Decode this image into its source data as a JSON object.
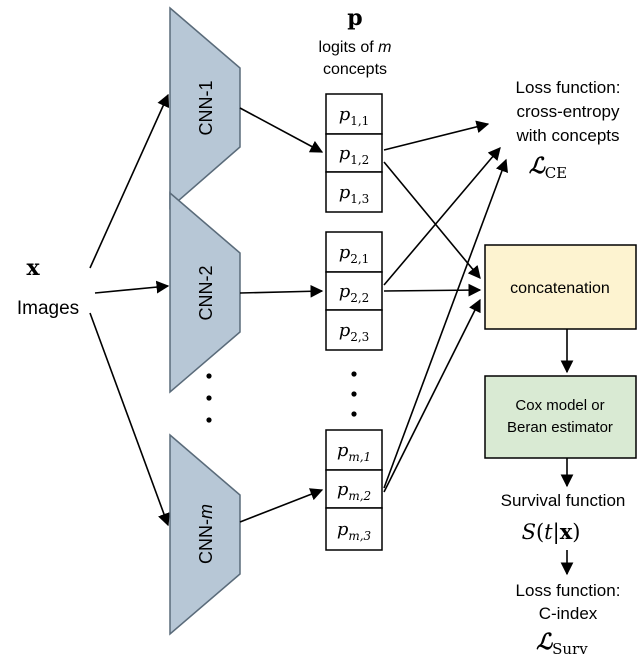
{
  "input": {
    "symbol": "x",
    "label": "Images"
  },
  "cnns": [
    {
      "label_prefix": "CNN-",
      "label_index": "1"
    },
    {
      "label_prefix": "CNN-",
      "label_index": "2"
    },
    {
      "label_prefix": "CNN-",
      "label_index": "m"
    }
  ],
  "logits_header": {
    "symbol": "p",
    "line1": "logits of",
    "line1_var": "m",
    "line2": "concepts"
  },
  "logit_groups": [
    {
      "sub": "1",
      "entries": [
        {
          "base": "p",
          "sub": "1,1"
        },
        {
          "base": "p",
          "sub": "1,2"
        },
        {
          "base": "p",
          "sub": "1,3"
        }
      ]
    },
    {
      "sub": "2",
      "entries": [
        {
          "base": "p",
          "sub": "2,1"
        },
        {
          "base": "p",
          "sub": "2,2"
        },
        {
          "base": "p",
          "sub": "2,3"
        }
      ]
    },
    {
      "sub": "m",
      "entries": [
        {
          "base": "p",
          "sub": "m,1"
        },
        {
          "base": "p",
          "sub": "m,2"
        },
        {
          "base": "p",
          "sub": "m,3"
        }
      ]
    }
  ],
  "loss_ce": {
    "line1": "Loss function:",
    "line2": "cross-entropy",
    "line3": "with concepts",
    "symbol": "ℒ",
    "subscript": "CE"
  },
  "concatenation": {
    "label": "concatenation",
    "fill": "#fdf3d0"
  },
  "cox": {
    "line1": "Cox model or",
    "line2": "Beran estimator",
    "fill": "#d9ead3"
  },
  "survival": {
    "label": "Survival function",
    "formula_s": "S",
    "formula_t": "t",
    "formula_x": "x"
  },
  "loss_surv": {
    "line1": "Loss function:",
    "line2": "C-index",
    "symbol": "ℒ",
    "subscript": "Surv"
  },
  "colors": {
    "cnn_fill": "#b7c7d6",
    "stroke": "#000000",
    "cnn_stroke": "#5a6b7a"
  }
}
